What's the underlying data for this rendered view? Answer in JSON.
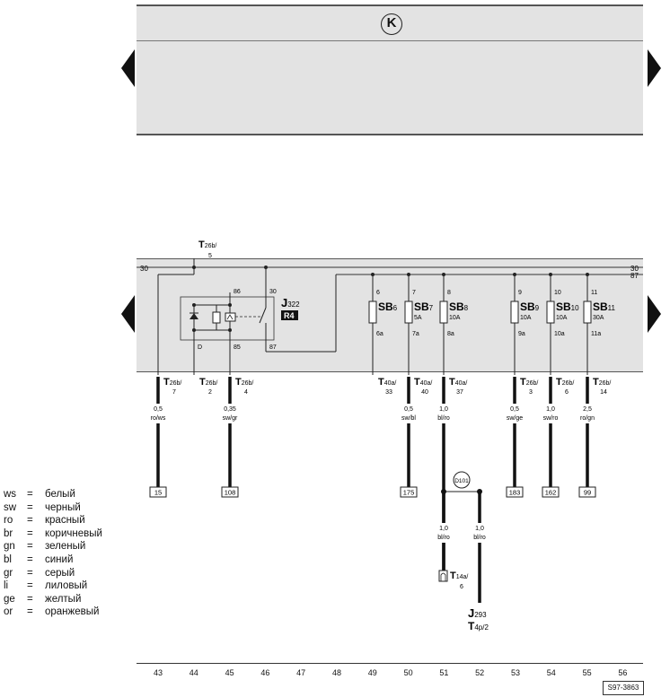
{
  "ground_symbol": "K",
  "top_connector": {
    "label": "T",
    "sub": "26b/",
    "pin": "5"
  },
  "rails": {
    "left_30": "30",
    "right_30": "30",
    "right_87": "87"
  },
  "relay": {
    "name": "J",
    "sub": "322",
    "badge": "R4",
    "pins": {
      "p86": "86",
      "p85": "85",
      "p30": "30",
      "p87": "87",
      "pD": "D"
    }
  },
  "fuses": [
    {
      "in": "6",
      "out": "6a",
      "name": "SB",
      "num": "6",
      "rating": ""
    },
    {
      "in": "7",
      "out": "7a",
      "name": "SB",
      "num": "7",
      "rating": "5A"
    },
    {
      "in": "8",
      "out": "8a",
      "name": "SB",
      "num": "8",
      "rating": "10A"
    },
    {
      "in": "9",
      "out": "9a",
      "name": "SB",
      "num": "9",
      "rating": "10A"
    },
    {
      "in": "10",
      "out": "10a",
      "name": "SB",
      "num": "10",
      "rating": "10A"
    },
    {
      "in": "11",
      "out": "11a",
      "name": "SB",
      "num": "11",
      "rating": "30A"
    }
  ],
  "connectors": [
    {
      "label": "T",
      "sub": "26b/",
      "pin": "7"
    },
    {
      "label": "T",
      "sub": "26b/",
      "pin": "2"
    },
    {
      "label": "T",
      "sub": "26b/",
      "pin": "4"
    },
    {
      "label": "T",
      "sub": "40a/",
      "pin": "33"
    },
    {
      "label": "T",
      "sub": "40a/",
      "pin": "40"
    },
    {
      "label": "T",
      "sub": "40a/",
      "pin": "37"
    },
    {
      "label": "T",
      "sub": "26b/",
      "pin": "3"
    },
    {
      "label": "T",
      "sub": "26b/",
      "pin": "6"
    },
    {
      "label": "T",
      "sub": "26b/",
      "pin": "14"
    }
  ],
  "wires": [
    {
      "size": "0,5",
      "color": "ro/ws"
    },
    {
      "size": "0,35",
      "color": "sw/gr"
    },
    {
      "size": "0,5",
      "color": "sw/bl"
    },
    {
      "size": "1,0",
      "color": "bl/ro"
    },
    {
      "size": "0,5",
      "color": "sw/ge"
    },
    {
      "size": "1,0",
      "color": "sw/ro"
    },
    {
      "size": "2,5",
      "color": "ro/gn"
    },
    {
      "size": "1,0",
      "color": "bl/ro"
    },
    {
      "size": "1,0",
      "color": "bl/ro"
    }
  ],
  "refs": [
    "15",
    "108",
    "175",
    "183",
    "162",
    "99"
  ],
  "splice": "D101",
  "bottom_connector": {
    "label": "T",
    "sub": "14a/",
    "pin": "6"
  },
  "component_j293": {
    "label": "J",
    "sub": "293",
    "conn_label": "T",
    "conn_sub": "4p/2"
  },
  "legend": [
    {
      "code": "ws",
      "eq": "=",
      "name": "белый"
    },
    {
      "code": "sw",
      "eq": "=",
      "name": "черный"
    },
    {
      "code": "ro",
      "eq": "=",
      "name": "красный"
    },
    {
      "code": "br",
      "eq": "=",
      "name": "коричневый"
    },
    {
      "code": "gn",
      "eq": "=",
      "name": "зеленый"
    },
    {
      "code": "bl",
      "eq": "=",
      "name": "синий"
    },
    {
      "code": "gr",
      "eq": "=",
      "name": "серый"
    },
    {
      "code": "li",
      "eq": "=",
      "name": "лиловый"
    },
    {
      "code": "ge",
      "eq": "=",
      "name": "желтый"
    },
    {
      "code": "or",
      "eq": "=",
      "name": "оранжевый"
    }
  ],
  "columns": [
    "43",
    "44",
    "45",
    "46",
    "47",
    "48",
    "49",
    "50",
    "51",
    "52",
    "53",
    "54",
    "55",
    "56"
  ],
  "drawing_code": "S97-3863"
}
